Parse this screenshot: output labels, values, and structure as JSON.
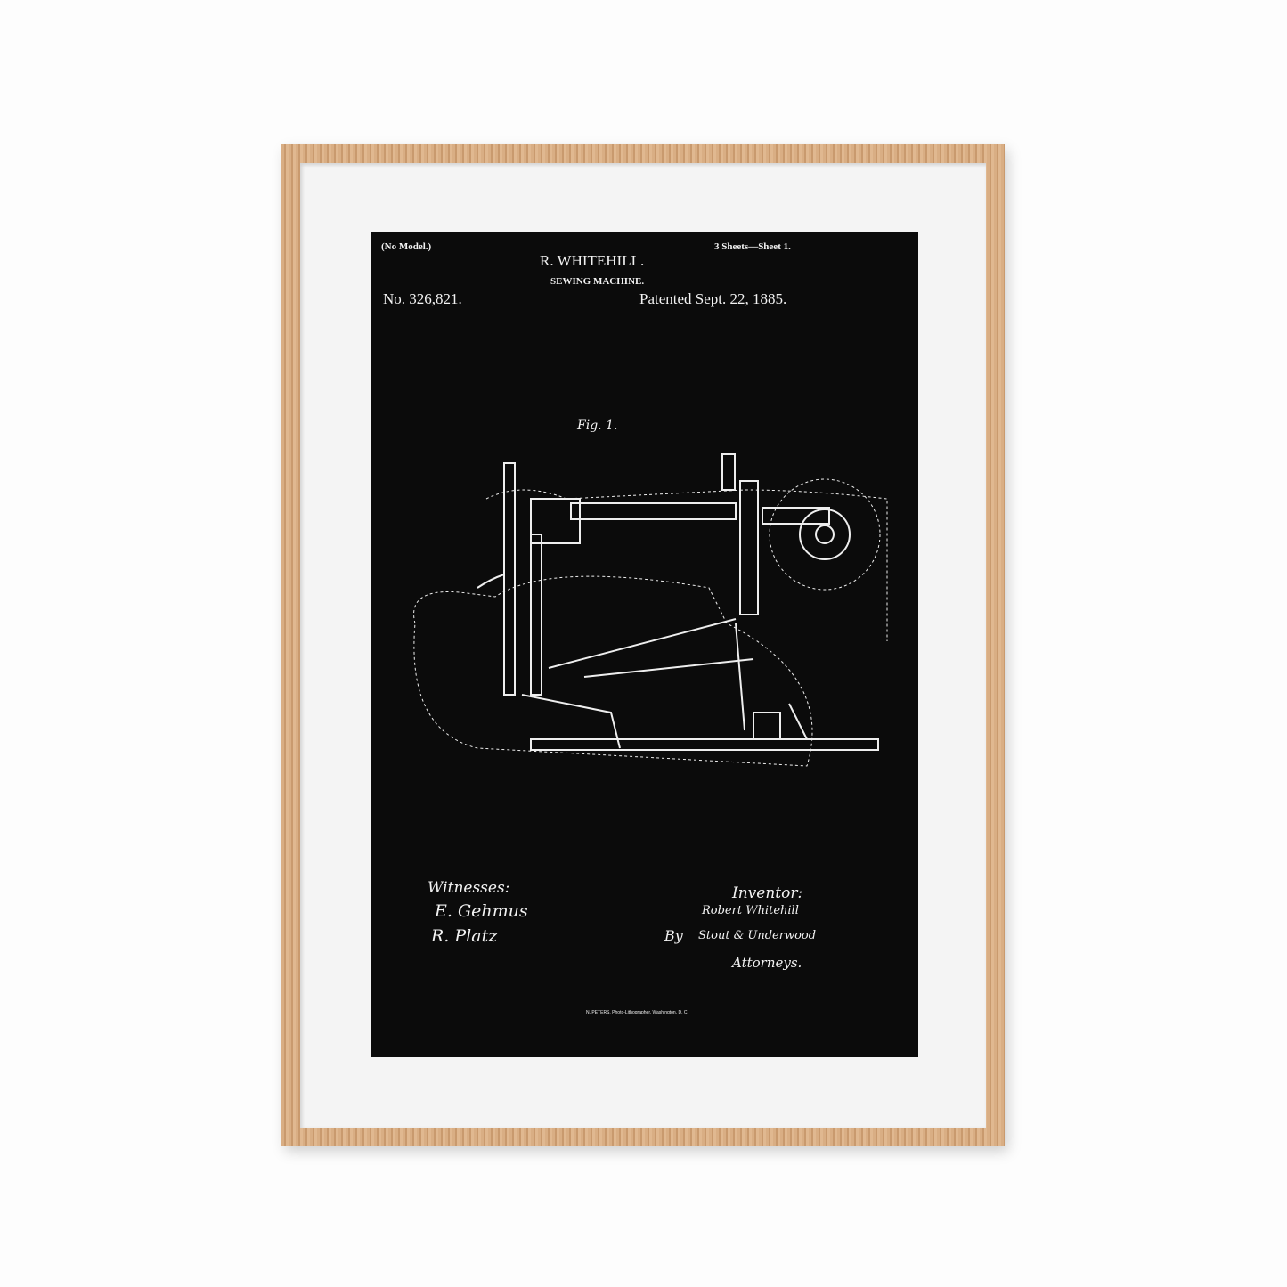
{
  "header": {
    "no_model": "(No Model.)",
    "sheets": "3 Sheets—Sheet 1.",
    "inventor_name": "R. WHITEHILL.",
    "title": "SEWING MACHINE.",
    "patent_no": "No. 326,821.",
    "patent_date": "Patented Sept. 22, 1885."
  },
  "figure": {
    "label": "Fig. 1."
  },
  "signatures": {
    "witnesses_label": "Witnesses:",
    "witness_1": "E. Gehmus",
    "witness_2": "R. Platz",
    "inventor_label": "Inventor:",
    "inventor": "Robert Whitehill",
    "by": "By",
    "attorneys_names": "Stout & Underwood",
    "attorneys_label": "Attorneys."
  },
  "footer": {
    "printer": "N. PETERS, Photo-Lithographer, Washington, D. C."
  },
  "colors": {
    "frame": "#d2a67c",
    "mat": "#f4f4f4",
    "print": "#0b0b0b",
    "ink": "#f2f2f2"
  }
}
